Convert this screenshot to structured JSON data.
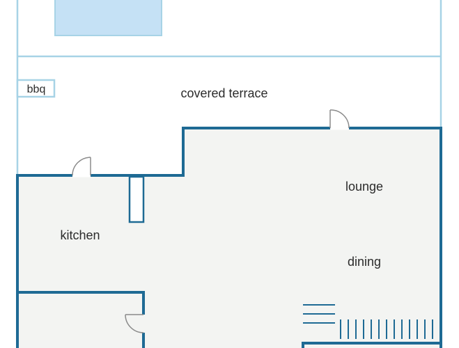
{
  "labels": {
    "bbq": "bbq",
    "covered_terrace": "covered terrace",
    "lounge": "lounge",
    "kitchen": "kitchen",
    "dining": "dining"
  },
  "colors": {
    "wall": "#1e6a94",
    "light_wall": "#a7d3e6",
    "floor": "#f3f4f2",
    "pool": "#c5e1f5",
    "door": "#8a8a8a",
    "background": "#ffffff"
  }
}
